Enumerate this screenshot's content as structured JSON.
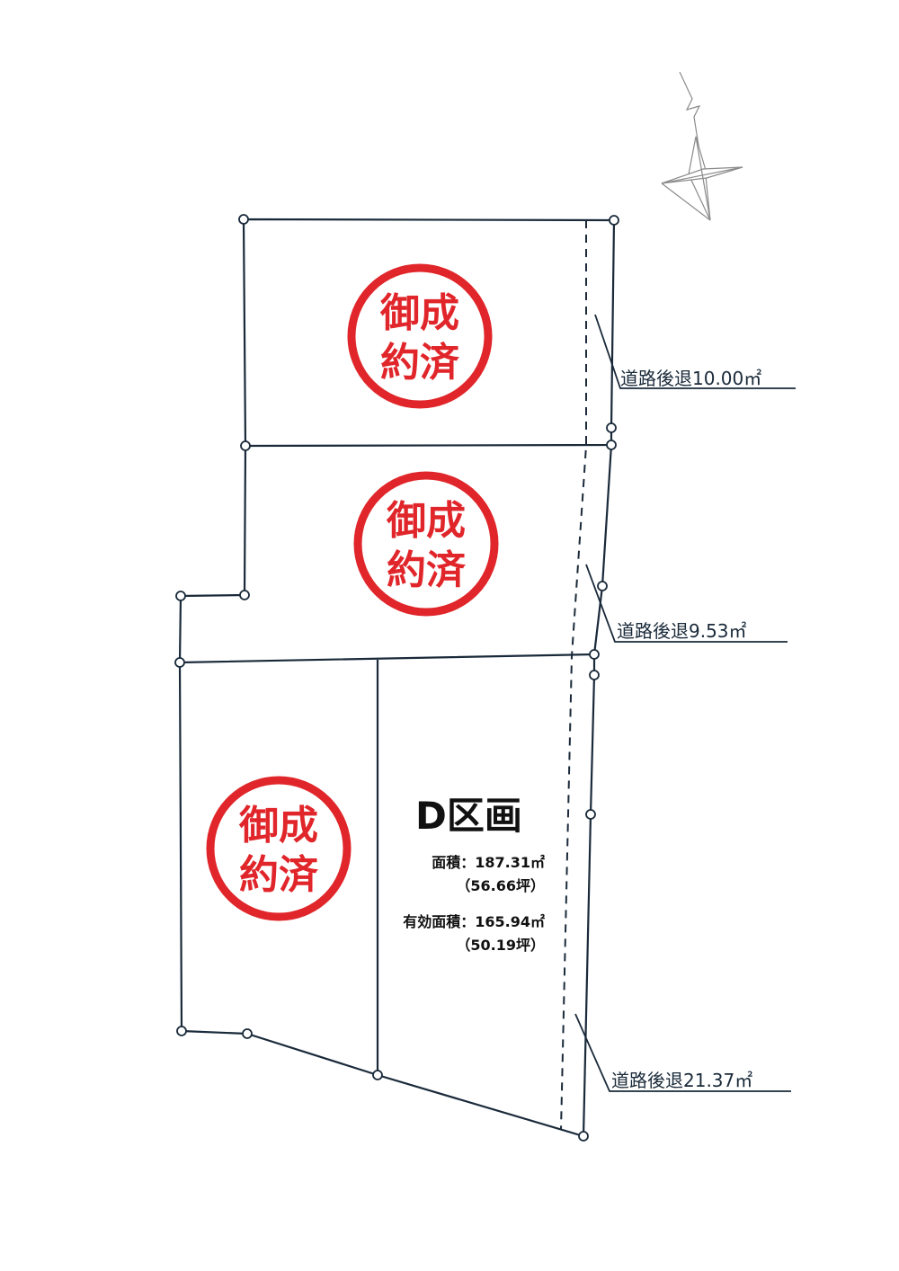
{
  "colors": {
    "line": "#1a2a3a",
    "stamp": "#e0262a",
    "compass": "#8a8a8a"
  },
  "compass": {
    "icon": "north-arrow-icon"
  },
  "stamps": [
    {
      "line1": "御成",
      "line2": "約済"
    },
    {
      "line1": "御成",
      "line2": "約済"
    },
    {
      "line1": "御成",
      "line2": "約済"
    }
  ],
  "lot_d": {
    "title": "D区画",
    "area": "面積：187.31㎡",
    "area_tsubo": "（56.66坪）",
    "effective_area": "有効面積：165.94㎡",
    "effective_tsubo": "（50.19坪）"
  },
  "setbacks": [
    "道路後退10.00㎡",
    "道路後退9.53㎡",
    "道路後退21.37㎡"
  ]
}
